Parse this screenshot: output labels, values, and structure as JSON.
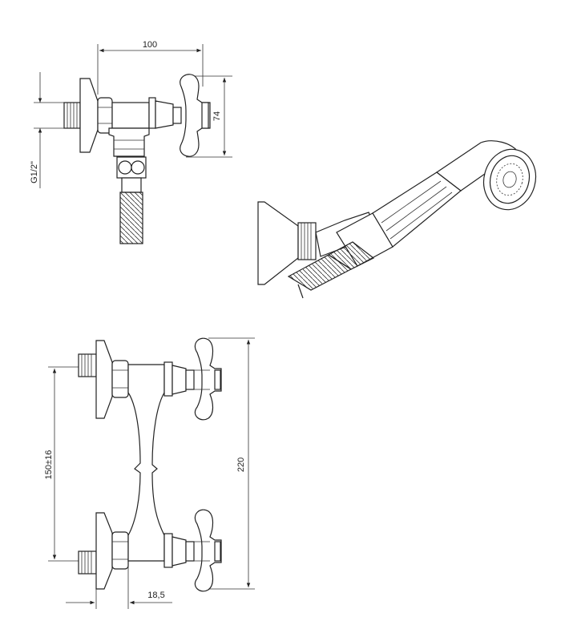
{
  "dimensions": {
    "top_width": "100",
    "top_height": "74",
    "thread": "G1/2\"",
    "center_distance": "150±16",
    "total_height": "220",
    "offset": "18,5"
  }
}
